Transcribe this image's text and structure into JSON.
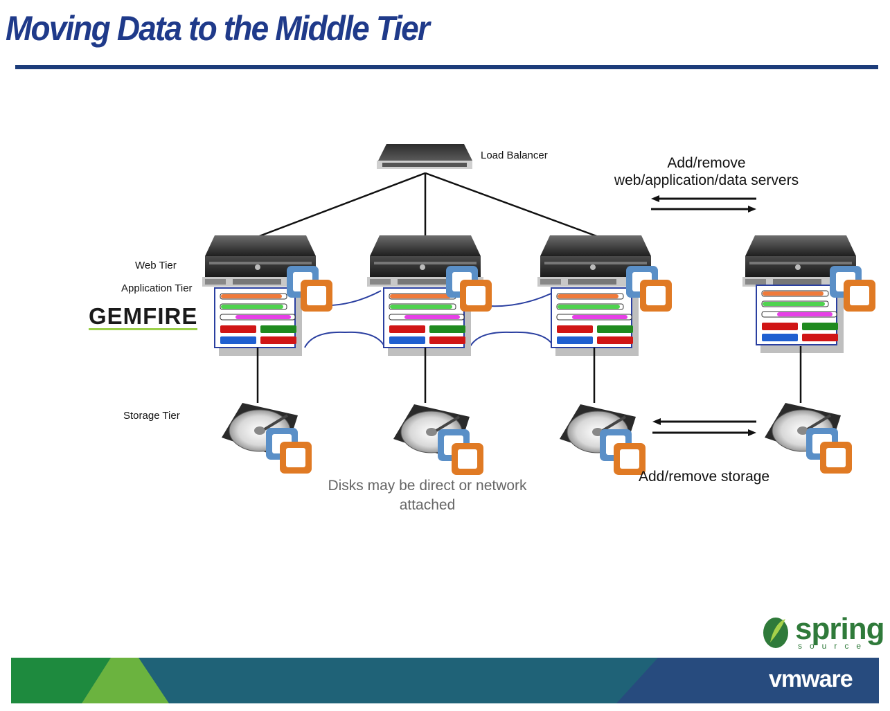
{
  "title": "Moving Data to the Middle Tier",
  "labels": {
    "load_balancer": "Load Balancer",
    "web_tier": "Web Tier",
    "application_tier": "Application Tier",
    "storage_tier": "Storage Tier",
    "add_remove_servers_line1": "Add/remove",
    "add_remove_servers_line2": "web/application/data servers",
    "add_remove_storage": "Add/remove storage",
    "disks_note_line1": "Disks may be direct or network",
    "disks_note_line2": "attached"
  },
  "logos": {
    "gemfire": "GEMFIRE",
    "spring": "spring",
    "spring_sub": "source",
    "vmware": "vmware"
  },
  "colors": {
    "title": "#1f3a8a",
    "rule": "#1c3c7a",
    "footer_green": "#1e8a3e",
    "footer_teal": "#1f6277",
    "footer_navy": "#274b7e",
    "vm_orange": "#e07a24",
    "vm_blue": "#5a8fc7"
  }
}
